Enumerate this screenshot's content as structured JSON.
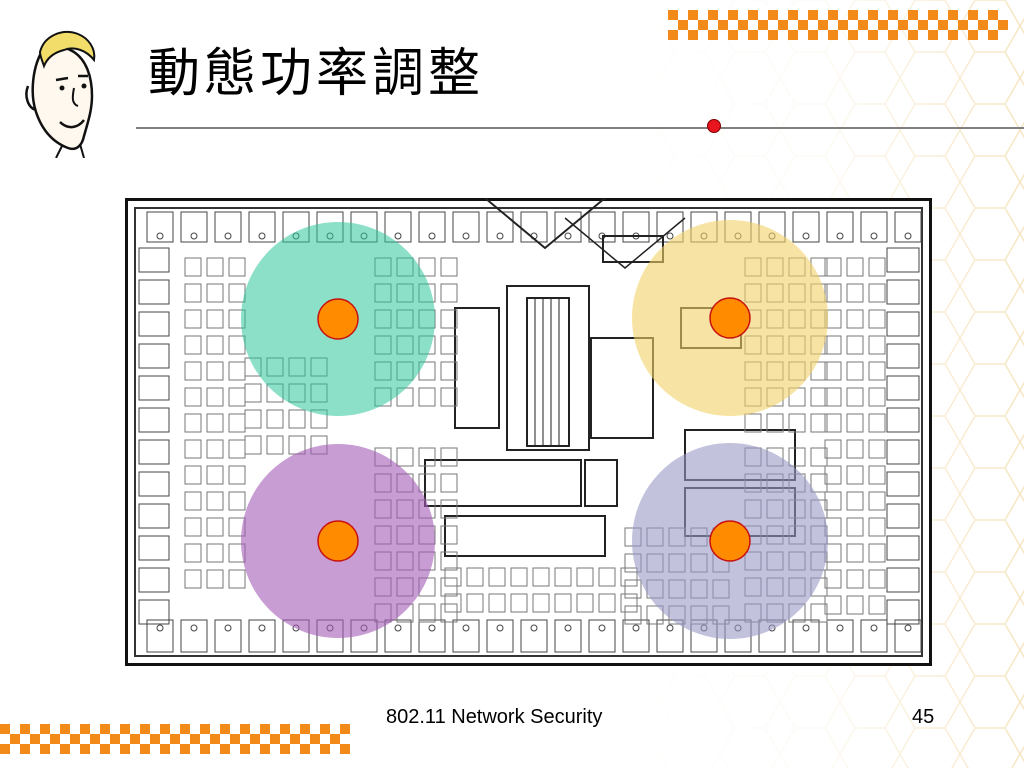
{
  "slide": {
    "title": "動態功率調整",
    "footer": "802.11 Network Security",
    "page_number": "45"
  },
  "colors": {
    "accent_orange": "#f28a1a",
    "rule_dot_red": "#e8141e",
    "zone_green": "#2ec79a",
    "zone_yellow": "#f2d268",
    "zone_purple": "#a25cb5",
    "zone_lavender": "#9a9ac6",
    "access_point": "#ff8c00"
  },
  "floor_plan": {
    "zones": [
      {
        "name": "top-left",
        "color": "zone_green"
      },
      {
        "name": "top-right",
        "color": "zone_yellow"
      },
      {
        "name": "bottom-left",
        "color": "zone_purple"
      },
      {
        "name": "bottom-right",
        "color": "zone_lavender"
      }
    ]
  },
  "icons": {
    "mascot": "cartoon-face-icon",
    "access_point": "access-point-icon"
  }
}
